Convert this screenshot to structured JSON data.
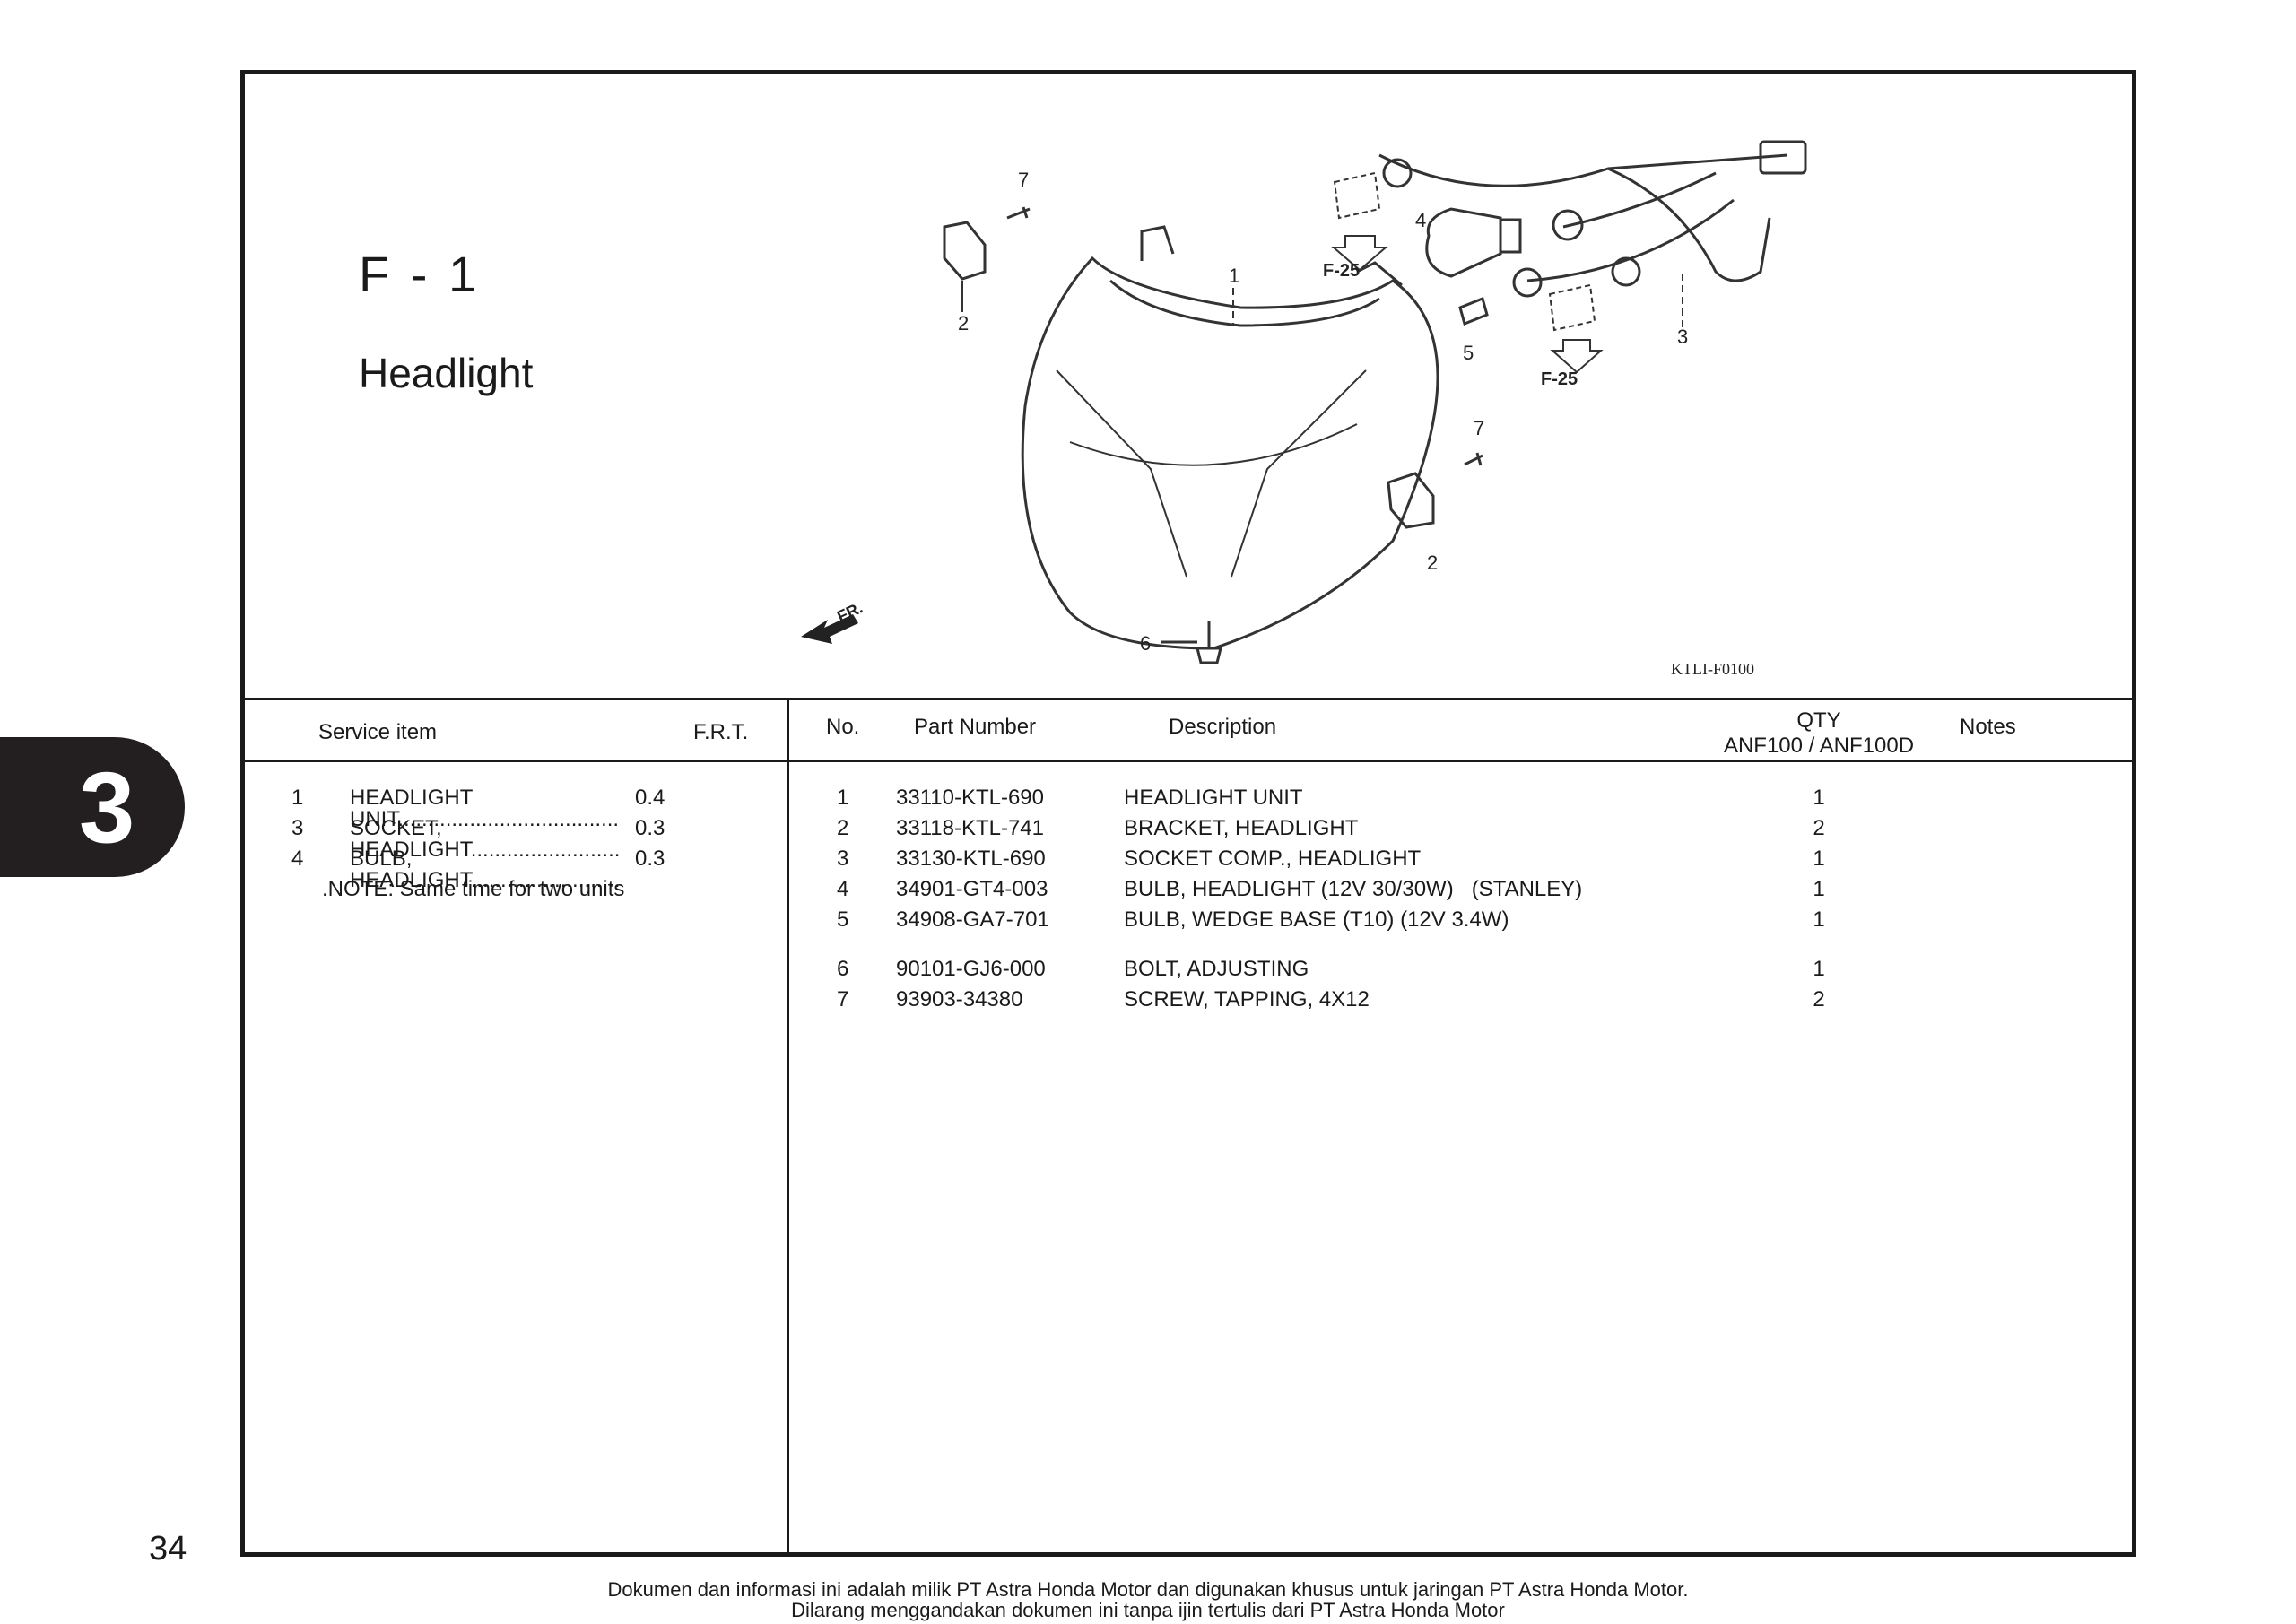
{
  "section": {
    "code": "F - 1",
    "title": "Headlight"
  },
  "side_tab": "3",
  "page_number": "34",
  "diagram": {
    "ref_code": "KTLI-F0100",
    "callouts": [
      "1",
      "2",
      "2",
      "3",
      "4",
      "5",
      "6",
      "7",
      "7"
    ],
    "refs": [
      "F-25",
      "F-25"
    ],
    "fr_label": "FR."
  },
  "service_table": {
    "headers": {
      "item": "Service item",
      "frt": "F.R.T."
    },
    "rows": [
      {
        "no": "1",
        "name": "HEADLIGHT UNIT",
        "frt": "0.4"
      },
      {
        "no": "3",
        "name": "SOCKET, HEADLIGHT",
        "frt": "0.3"
      },
      {
        "no": "4",
        "name": "BULB, HEADLIGHT",
        "frt": "0.3"
      }
    ],
    "note": ".NOTE: Same time for two units"
  },
  "parts_table": {
    "headers": {
      "no": "No.",
      "part_number": "Part Number",
      "description": "Description",
      "qty": "QTY",
      "qty_models": "ANF100 / ANF100D",
      "notes": "Notes"
    },
    "rows": [
      {
        "no": "1",
        "part_number": "33110-KTL-690",
        "description": "HEADLIGHT UNIT",
        "qty": "1"
      },
      {
        "no": "2",
        "part_number": "33118-KTL-741",
        "description": "BRACKET, HEADLIGHT",
        "qty": "2"
      },
      {
        "no": "3",
        "part_number": "33130-KTL-690",
        "description": "SOCKET COMP., HEADLIGHT",
        "qty": "1"
      },
      {
        "no": "4",
        "part_number": "34901-GT4-003",
        "description": "BULB, HEADLIGHT (12V 30/30W)   (STANLEY)",
        "qty": "1"
      },
      {
        "no": "5",
        "part_number": "34908-GA7-701",
        "description": "BULB, WEDGE BASE (T10) (12V 3.4W)",
        "qty": "1"
      },
      {
        "no": "6",
        "part_number": "90101-GJ6-000",
        "description": "BOLT, ADJUSTING",
        "qty": "1"
      },
      {
        "no": "7",
        "part_number": "93903-34380",
        "description": "SCREW, TAPPING, 4X12",
        "qty": "2"
      }
    ]
  },
  "footer": {
    "line1": "Dokumen dan informasi ini adalah milik PT Astra Honda Motor dan digunakan khusus untuk jaringan PT Astra Honda Motor.",
    "line2": "Dilarang menggandakan dokumen ini tanpa ijin tertulis dari PT Astra Honda Motor"
  }
}
